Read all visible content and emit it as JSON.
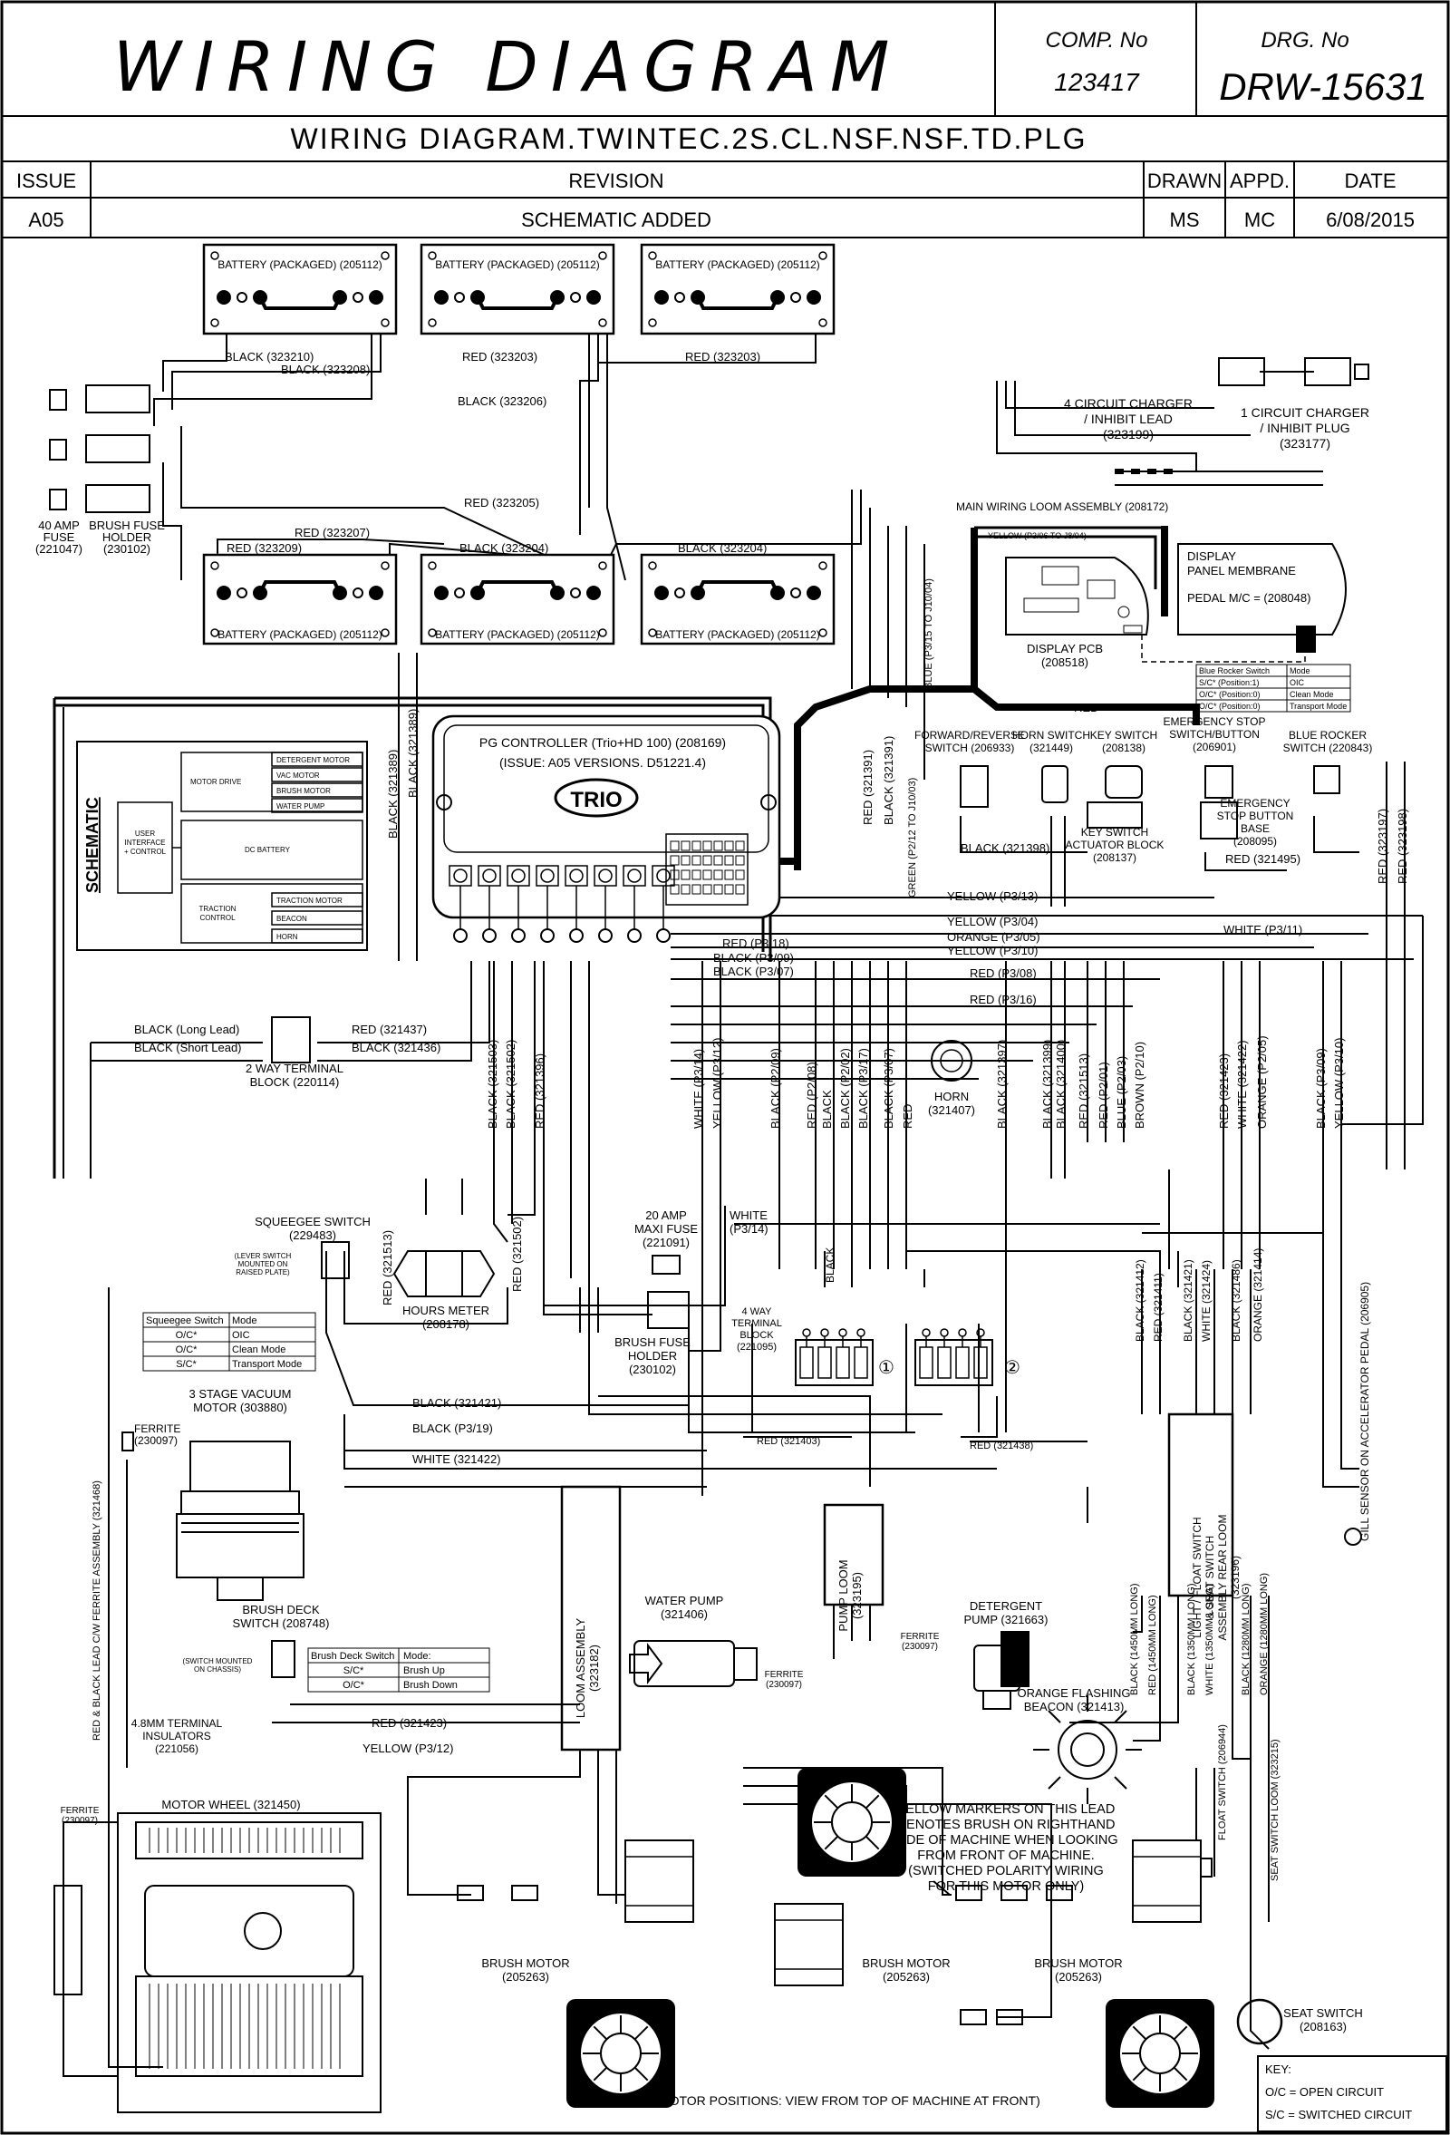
{
  "title_block": {
    "title": "WIRING DIAGRAM",
    "comp_no_label": "COMP. No",
    "comp_no": "123417",
    "drg_no_label": "DRG. No",
    "drg_no": "DRW-15631",
    "subtitle": "WIRING DIAGRAM.TWINTEC.2S.CL.NSF.NSF.TD.PLG",
    "headers": {
      "issue": "ISSUE",
      "revision": "REVISION",
      "drawn": "DRAWN",
      "appd": "APPD.",
      "date": "DATE"
    },
    "row": {
      "issue": "A05",
      "revision": "SCHEMATIC ADDED",
      "drawn": "MS",
      "appd": "MC",
      "date": "6/08/2015"
    }
  },
  "batteries": {
    "label": "BATTERY (PACKAGED) (205112)",
    "count": 6
  },
  "battery_wires": [
    "BLACK (323210)",
    "BLACK (323208)",
    "RED (323203)",
    "RED (323203)",
    "BLACK (323206)",
    "RED (323205)",
    "RED (323207)",
    "RED (323209)",
    "BLACK (323204)",
    "BLACK (323204)"
  ],
  "fuses": {
    "fuse_label": "40 AMP\nFUSE\n(221047)",
    "holder_label": "BRUSH FUSE\nHOLDER\n(230102)"
  },
  "chargers": {
    "four_circuit": "4 CIRCUIT CHARGER\n/ INHIBIT LEAD\n(323199)",
    "one_circuit": "1 CIRCUIT CHARGER\n/ INHIBIT PLUG\n(323177)"
  },
  "loom": {
    "main": "MAIN WIRING LOOM ASSEMBLY (208172)",
    "yellow_lead": "YELLOW (P3/06 TO J8/04)",
    "blue_lead": "BLUE (P3/15 TO J10/04)",
    "green_lead": "GREEN (P2/12 TO J10/03)"
  },
  "display": {
    "membrane": "DISPLAY\nPANEL MEMBRANE",
    "pedal": "PEDAL M/C = (208048)",
    "pcb": "DISPLAY PCB\n(208518)"
  },
  "blue_rocker_table": {
    "headers": [
      "Blue Rocker Switch",
      "Mode"
    ],
    "rows": [
      [
        "S/C* (Position:1)",
        "OIC"
      ],
      [
        "O/C* (Position:0)",
        "Clean Mode"
      ],
      [
        "O/C* (Position:0)",
        "Transport Mode"
      ]
    ]
  },
  "controller": {
    "name": "PG CONTROLLER (Trio+HD 100) (208169)",
    "issue": "(ISSUE: A05 VERSIONS. D51221.4)",
    "logo": "TRIO"
  },
  "schematic": {
    "title": "SCHEMATIC",
    "user_interface": "USER\nINTERFACE\n+ CONTROL",
    "motor_drive": "MOTOR DRIVE",
    "dc_battery": "DC BATTERY",
    "traction_control": "TRACTION\nCONTROL",
    "outputs_top": [
      "DETERGENT MOTOR",
      "VAC MOTOR",
      "BRUSH MOTOR",
      "WATER PUMP"
    ],
    "outputs_bottom": [
      "TRACTION MOTOR",
      "BEACON",
      "HORN"
    ]
  },
  "switches": {
    "forward_reverse": "FORWARD/REVERSE\nSWITCH (206933)",
    "horn_switch": "HORN SWITCH\n(321449)",
    "key_switch": "KEY SWITCH\n(208138)",
    "key_block": "KEY SWITCH\nACTUATOR BLOCK\n(208137)",
    "estop": "EMERGENCY STOP\nSWITCH/BUTTON\n(206901)",
    "estop_base": "EMERGENCY\nSTOP BUTTON\nBASE\n(208095)",
    "blue_rocker": "BLUE ROCKER\nSWITCH (220843)"
  },
  "controller_wires": [
    "BLACK (321389)",
    "BLACK (321389)",
    "RED (321391)",
    "BLACK (321391)",
    "RED",
    "BLACK (321398)",
    "RED (321495)",
    "RED (323197)",
    "RED (323198)",
    "YELLOW (P3/13)",
    "YELLOW (P3/04)",
    "ORANGE (P3/05)",
    "YELLOW (P3/10)",
    "WHITE (P3/11)",
    "RED (P3/18)",
    "BLACK (P3/09)",
    "BLACK (P3/07)",
    "RED (P3/08)",
    "RED (P3/16)"
  ],
  "terminal_2way": {
    "label": "2 WAY TERMINAL\nBLOCK (220114)",
    "wires": [
      "BLACK (Long Lead)",
      "BLACK (Short Lead)",
      "RED (321437)",
      "BLACK (321436)"
    ]
  },
  "vertical_wires": [
    "BLACK (321503)",
    "BLACK (321502)",
    "RED (321396)",
    "WHITE (P3/14)",
    "YELLOW (P3/12)",
    "BLACK (P2/09)",
    "RED (P2/08)",
    "BLACK",
    "BLACK (P2/02)",
    "BLACK (P3/17)",
    "BLACK (P3/07)",
    "RED",
    "BLACK (321397)",
    "BLACK (321399)",
    "BLACK (321400)",
    "RED (321513)",
    "RED (P2/01)",
    "BLUE (P2/03)",
    "BROWN (P2/10)",
    "RED (321423)",
    "WHITE (321422)",
    "ORANGE (P2/05)",
    "BLACK (P3/09)",
    "YELLOW (P3/10)"
  ],
  "horn": "HORN\n(321407)",
  "squeegee": {
    "switch": "SQUEEGEE SWITCH\n(229483)",
    "note": "(LEVER SWITCH\nMOUNTED ON\nRAISED PLATE)",
    "table_headers": [
      "Squeegee Switch",
      "Mode"
    ],
    "table_rows": [
      [
        "O/C*",
        "OIC"
      ],
      [
        "O/C*",
        "Clean Mode"
      ],
      [
        "S/C*",
        "Transport Mode"
      ]
    ]
  },
  "hours_meter": "HOURS METER\n(208178)",
  "hours_wires": [
    "RED (321513)",
    "RED (321502)"
  ],
  "maxi_fuse": "20 AMP\nMAXI FUSE\n(221091)",
  "brush_fuse_holder": "BRUSH FUSE\nHOLDER\n(230102)",
  "white_p314": "WHITE\n(P3/14)",
  "terminal_4way": "4 WAY\nTERMINAL\nBLOCK\n(221095)",
  "terminal_markers": [
    "①",
    "②"
  ],
  "lower_wires": [
    "BLACK (321421)",
    "BLACK (P3/19)",
    "WHITE (321422)",
    "RED (321403)",
    "RED (321438)",
    "RED (321423)",
    "YELLOW (P3/12)",
    "BLACK"
  ],
  "ferrite_label": "FERRITE\n(230097)",
  "vacuum_motor": "3 STAGE VACUUM\nMOTOR (303880)",
  "ferrite_assembly": "RED & BLACK LEAD C/W FERRITE ASSEMBLY (321468)",
  "loom_assembly": "LOOM ASSEMBLY\n(323182)",
  "pump_loom": "PUMP LOOM\n(323195)",
  "water_pump": "WATER PUMP\n(321406)",
  "detergent_pump": "DETERGENT\nPUMP (321663)",
  "beacon": "ORANGE FLASHING\nBEACON (321413)",
  "brush_deck": {
    "switch": "BRUSH DECK\nSWITCH (208748)",
    "note": "(SWITCH MOUNTED\nON CHASSIS)",
    "table_headers": [
      "Brush Deck Switch",
      "Mode:"
    ],
    "table_rows": [
      [
        "S/C*",
        "Brush Up"
      ],
      [
        "O/C*",
        "Brush Down"
      ]
    ]
  },
  "insulators": "4.8MM TERMINAL\nINSULATORS\n(221056)",
  "light_float_assembly": "LIGHT / FLOAT SWITCH\n& SEAT SWITCH\nASSEMBLY REAR LOOM\n(323196)",
  "right_wires": [
    "BLACK (321412)",
    "RED (321411)",
    "BLACK (321421)",
    "WHITE (321424)",
    "BLACK (321486)",
    "ORANGE (321414)"
  ],
  "long_wires": [
    "BLACK (1450MM LONG)",
    "RED (1450MM LONG)",
    "BLACK (1350MM LONG)",
    "WHITE (1350MM LONG)",
    "BLACK (1280MM LONG)",
    "ORANGE (1280MM LONG)"
  ],
  "gill_sensor": "GILL SENSOR ON ACCELERATOR PEDAL (206905)",
  "float_switch": "FLOAT SWITCH (206944)",
  "seat_switch_loom": "SEAT SWITCH LOOM (323215)",
  "seat_switch": "SEAT SWITCH\n(208163)",
  "motor_wheel": "MOTOR WHEEL (321450)",
  "brush_motor": "BRUSH MOTOR\n(205263)",
  "yellow_note": "YELLOW MARKERS ON THIS LEAD\nDENOTES BRUSH ON RIGHTHAND\nSIDE OF MACHINE WHEN LOOKING\nFROM FRONT OF MACHINE.\n(SWITCHED POLARITY WIRING\nFOR THIS MOTOR ONLY)",
  "motor_positions": "(MOTOR POSITIONS: VIEW FROM TOP OF MACHINE AT FRONT)",
  "key": {
    "title": "KEY:",
    "oc": "O/C = OPEN CIRCUIT",
    "sc": "S/C = SWITCHED CIRCUIT"
  }
}
